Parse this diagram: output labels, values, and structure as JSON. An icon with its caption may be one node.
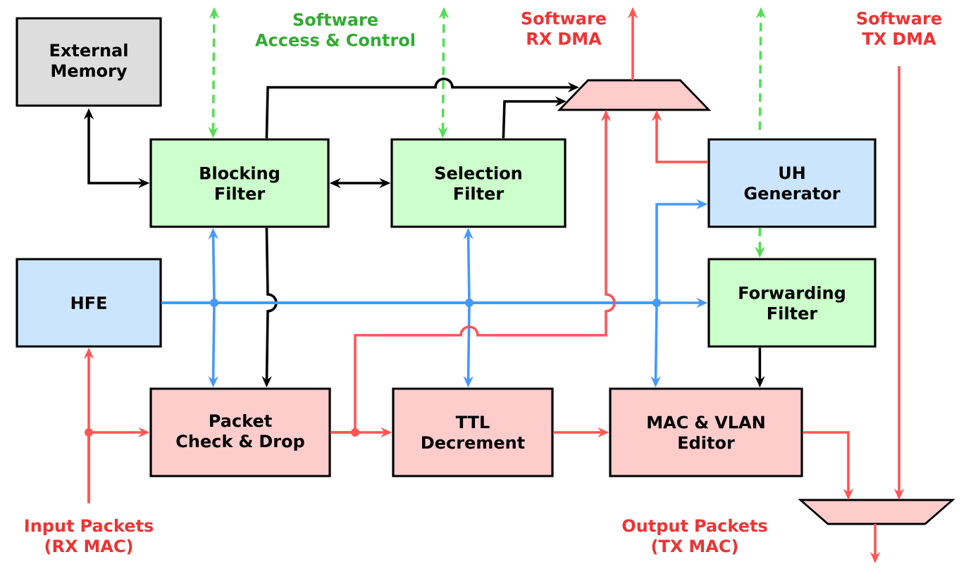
{
  "diagram": {
    "nodes": [
      {
        "text": [
          "External Memory"
        ]
      },
      {
        "text": [
          "Blocking Filter"
        ]
      },
      {
        "text": [
          "Selection Filter"
        ]
      },
      {
        "text": [],
        "shape": "trapezoid"
      },
      {
        "text": [
          "UH Generator"
        ]
      },
      {
        "text": [
          "HFE"
        ]
      },
      {
        "text": [
          "Forwarding Filter"
        ]
      },
      {
        "text": [
          "Packet Check & Drop"
        ]
      },
      {
        "text": [
          "TTL Decrement"
        ]
      },
      {
        "text": [
          "MAC & VLAN Editor"
        ]
      },
      {
        "text": [],
        "shape": "trapezoid"
      },
      {
        "text": [
          "Input Packets (RX MAC)"
        ]
      }
    ],
    "edges": [
      {
        "from": 1,
        "to": null,
        "arrow": "both",
        "style": "dashed",
        "color": "#55dd55"
      },
      {
        "from": 2,
        "to": null,
        "arrow": "both",
        "style": "dashed",
        "color": "#55dd55"
      },
      {
        "from": 4,
        "to": null,
        "arrow": "to",
        "style": "dashed",
        "color": "#55dd55"
      },
      {
        "from": 4,
        "to": 6,
        "arrow": "to",
        "style": "dashed",
        "color": "#55dd55"
      },
      {
        "from": 0,
        "to": 1,
        "arrow": "both",
        "color": "#000000"
      },
      {
        "from": 1,
        "to": 2,
        "arrow": "both",
        "color": "#000000"
      },
      {
        "from": 1,
        "to": 3,
        "arrow": "to",
        "color": "#000000"
      },
      {
        "from": 2,
        "to": 3,
        "arrow": "to",
        "color": "#000000"
      },
      {
        "from": 1,
        "to": 7,
        "arrow": "to",
        "color": "#000000"
      },
      {
        "from": 5,
        "to": 6,
        "arrow": "to",
        "color": "#4499ff"
      },
      {
        "from": 5,
        "to": 1,
        "arrow": "to",
        "color": "#4499ff"
      },
      {
        "from": 5,
        "to": 7,
        "arrow": "to",
        "color": "#4499ff"
      },
      {
        "from": 5,
        "to": 2,
        "arrow": "to",
        "color": "#4499ff"
      },
      {
        "from": 5,
        "to": 8,
        "arrow": "to",
        "color": "#4499ff"
      },
      {
        "from": 5,
        "to": 4,
        "arrow": "to",
        "color": "#4499ff"
      },
      {
        "from": 5,
        "to": 9,
        "arrow": "to",
        "color": "#4499ff"
      },
      {
        "from": 11,
        "to": 5,
        "arrow": "to"
      },
      {
        "from": 11,
        "to": 7,
        "arrow": "to"
      },
      {
        "from": 7,
        "to": 8,
        "arrow": "to"
      },
      {
        "from": 7,
        "to": 3,
        "arrow": "to"
      },
      {
        "from": 8,
        "to": 9,
        "arrow": "to"
      },
      {
        "from": 4,
        "to": 3,
        "arrow": "to"
      },
      {
        "from": 3,
        "to": null,
        "arrow": "to"
      },
      {
        "from": null,
        "to": 10,
        "arrow": "to"
      },
      {
        "from": 9,
        "to": 10,
        "arrow": "to"
      },
      {
        "from": 10,
        "to": null,
        "arrow": "to"
      },
      {
        "from": 6,
        "to": 9,
        "arrow": "to",
        "color": "#000000"
      }
    ],
    "labels": [
      "Software Access & Control",
      "Software RX DMA",
      "Software TX DMA",
      "Output Packets (TX MAC)"
    ]
  }
}
